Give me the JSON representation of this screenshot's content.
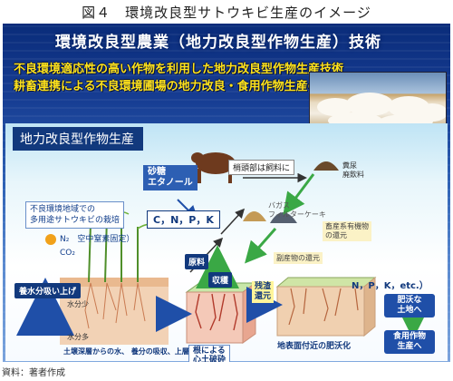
{
  "figure_title": "図４　環境改良型サトウキビ生産のイメージ",
  "main_title": "環境改良型農業（地力改良型作物生産）技術",
  "banner_lines": [
    "不良環境適応性の高い作物を利用した地力改良型作物生産技術",
    "耕畜連携による不良環境圃場の地力改良・食用作物生産の実現"
  ],
  "inner_title": "地力改良型作物生産",
  "labels": {
    "sugar_ethanol": "砂糖\nエタノール",
    "cattle_feed": "梢頭部は飼料に",
    "manure": "糞尿\n廃飲料",
    "variety_desc": "不良環境地域での\n多用途サトウキビの栽培",
    "cnpk": "C，N，P，K",
    "bagasse": "バガス\nフィルターケーキ",
    "livestock_return": "畜産系有機物\nの還元",
    "nitrogen_fixation": "N₂　空中窒素固定）",
    "co2": "CO₂",
    "byproduct_return": "副産物の還元",
    "raw_material": "原料",
    "harvest": "収穫",
    "residue_return": "残渣\n還元",
    "nutrients": "N，P，K，etc.）",
    "water_uptake": "養水分吸い上げ",
    "water_nutrient_low": "水分少",
    "water_nutrient_high": "水分多",
    "subsoil": "土壌深層からの水、\n養分の吸収、上層部へ",
    "root_break": "根による\n心土破砕",
    "surface_fert": "地表面付近の肥沃化",
    "fertile_land": "肥沃な\n土地へ",
    "food_crop": "食用作物\n生産へ"
  },
  "source_note": "資料：著者作成",
  "colors": {
    "panel_top": "#0a2c7a",
    "banner_text": "#ffe21a",
    "inner_title_bg": "#12397d",
    "arrow_green": "#3aa845",
    "arrow_blue": "#1f4fa8",
    "soil_pink": "#f4c9b8"
  }
}
